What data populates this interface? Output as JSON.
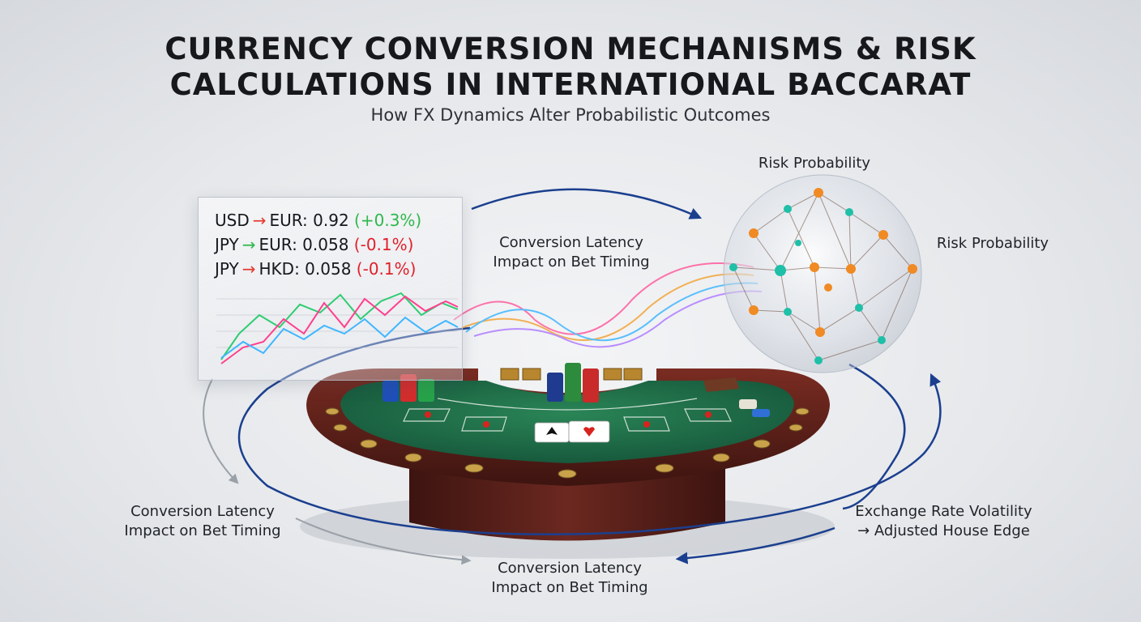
{
  "title": {
    "line1": "CURRENCY CONVERSION MECHANISMS & RISK",
    "line2": "CALCULATIONS IN INTERNATIONAL BACCARAT"
  },
  "subtitle": "How FX Dynamics Alter Probabilistic Outcomes",
  "fx_panel": {
    "rows": [
      {
        "pair_from": "USD",
        "arrow": "→",
        "pair_to": "EUR:",
        "rate": "0.92",
        "change": "(+0.3%)",
        "direction": "up"
      },
      {
        "pair_from": "JPY",
        "arrow": "→",
        "pair_to": "EUR:",
        "rate": "0.058",
        "change": "(-0.1%)",
        "direction": "down"
      },
      {
        "pair_from": "JPY",
        "arrow": "→",
        "pair_to": "HKD:",
        "rate": "0.058",
        "change": "(-0.1%)",
        "direction": "down"
      }
    ],
    "line_colors": [
      "#2ecc71",
      "#ff3f8e",
      "#3fb6ff"
    ]
  },
  "labels": {
    "latency_top_line1": "Conversion Latency",
    "latency_top_line2": "Impact on Bet Timing",
    "risk_top": "Risk Probability",
    "risk_right": "Risk Probability",
    "latency_left_line1": "Conversion Latency",
    "latency_left_line2": "Impact on Bet Timing",
    "latency_bottom_line1": "Conversion Latency",
    "latency_bottom_line2": "Impact on Bet Timing",
    "volatility_line1": "Exchange Rate Volatility",
    "volatility_line2": "→ Adjusted House Edge"
  },
  "colors": {
    "flow_arrow": "#1b3f8f",
    "table_felt": "#1f6b45",
    "table_wood": "#5a1e1a",
    "node_orange": "#f08a24",
    "node_teal": "#1fbfa8"
  },
  "icons": [
    "playing-card-ace-spades-icon",
    "playing-card-ace-hearts-icon",
    "casino-chip-stack-icon",
    "probability-network-sphere-icon"
  ]
}
